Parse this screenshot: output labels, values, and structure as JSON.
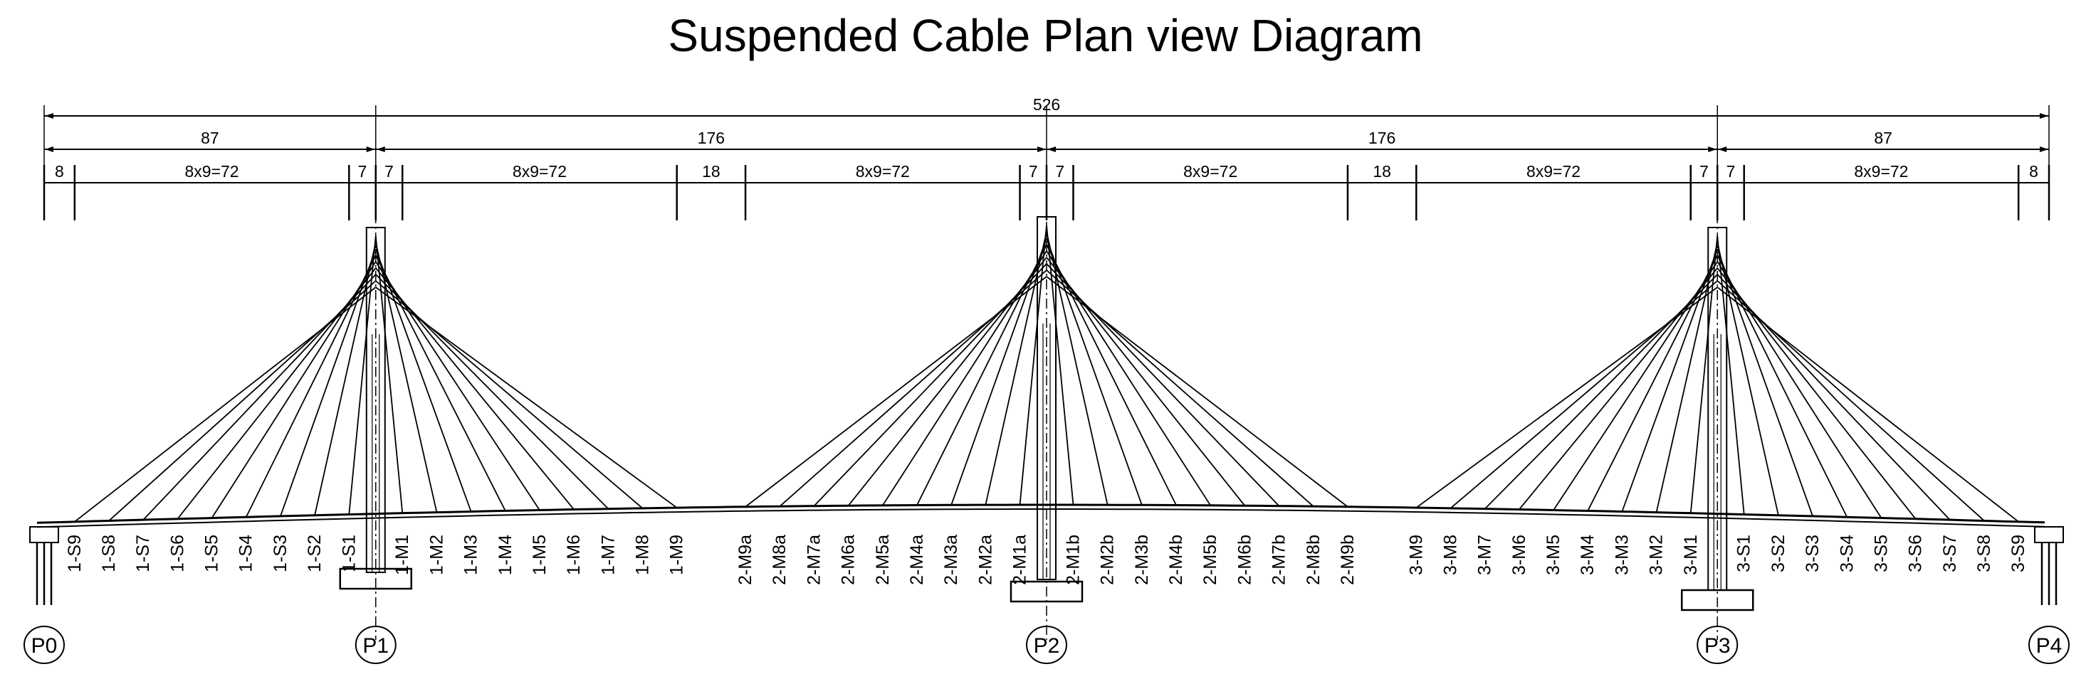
{
  "diagram": {
    "title": "Suspended Cable Plan view Diagram",
    "total_length": "526",
    "span_lengths": [
      "87",
      "176",
      "176",
      "87"
    ],
    "segment_labels": [
      "8",
      "8x9=72",
      "7",
      "7",
      "8x9=72",
      "18",
      "8x9=72",
      "7",
      "7",
      "8x9=72",
      "18",
      "8x9=72",
      "7",
      "7",
      "8x9=72",
      "8"
    ],
    "piers": [
      "P0",
      "P1",
      "P2",
      "P3",
      "P4"
    ],
    "cable_labels": {
      "tower1_side": [
        "1-S9",
        "1-S8",
        "1-S7",
        "1-S6",
        "1-S5",
        "1-S4",
        "1-S3",
        "1-S2",
        "1-S1"
      ],
      "tower1_main": [
        "1-M1",
        "1-M2",
        "1-M3",
        "1-M4",
        "1-M5",
        "1-M6",
        "1-M7",
        "1-M8",
        "1-M9"
      ],
      "tower2_left": [
        "2-M9a",
        "2-M8a",
        "2-M7a",
        "2-M6a",
        "2-M5a",
        "2-M4a",
        "2-M3a",
        "2-M2a",
        "2-M1a"
      ],
      "tower2_right": [
        "2-M1b",
        "2-M2b",
        "2-M3b",
        "2-M4b",
        "2-M5b",
        "2-M6b",
        "2-M7b",
        "2-M8b",
        "2-M9b"
      ],
      "tower3_main": [
        "3-M9",
        "3-M8",
        "3-M7",
        "3-M6",
        "3-M5",
        "3-M4",
        "3-M3",
        "3-M2",
        "3-M1"
      ],
      "tower3_side": [
        "3-S1",
        "3-S2",
        "3-S3",
        "3-S4",
        "3-S5",
        "3-S6",
        "3-S7",
        "3-S8",
        "3-S9"
      ]
    }
  }
}
